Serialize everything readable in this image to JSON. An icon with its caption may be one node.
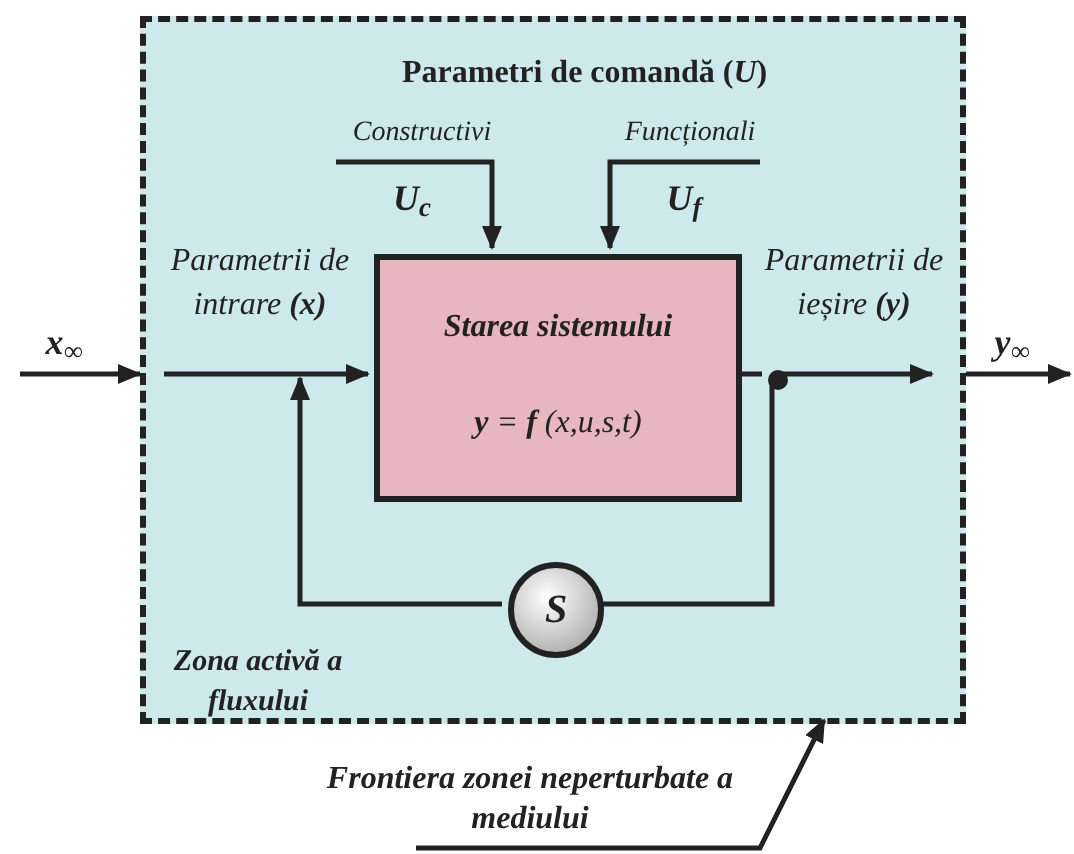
{
  "diagram": {
    "nodes": [
      {
        "text": [
          "Parametri de comandă (*U*)",
          "Zona activă a fluxului"
        ]
      },
      {
        "text": [
          "Constructivi"
        ],
        "in": 0
      },
      {
        "text": [
          "Funcționali"
        ],
        "in": 0
      },
      {
        "text": [
          "Starea sistemului",
          "**y** = **f** (x,u,s,t)"
        ],
        "in": 0
      },
      {
        "text": [
          "S"
        ],
        "in": 0
      },
      {
        "text": [],
        "shape": "circle",
        "in": 0
      },
      {
        "text": [
          "Frontiera zonei neperturbate a mediului"
        ]
      }
    ],
    "edges": [
      {
        "from": null,
        "to": 0,
        "arrow": "to",
        "label": "x$_{∞}$"
      },
      {
        "from": 1,
        "to": 3,
        "arrow": "to",
        "label": "U$_{c}$"
      },
      {
        "from": 2,
        "to": 3,
        "arrow": "to",
        "label": "U$_{f}$"
      },
      {
        "from": null,
        "to": 3,
        "arrow": "to",
        "label": "Parametrii de intrare **(x)**"
      },
      {
        "from": 3,
        "to": 5,
        "arrow": "none"
      },
      {
        "from": 5,
        "to": null,
        "arrow": "to",
        "label": "Parametrii de ieșire **(y)**"
      },
      {
        "from": 5,
        "to": 4,
        "arrow": "none"
      },
      {
        "from": 4,
        "to": null,
        "arrow": "to"
      },
      {
        "from": 0,
        "to": null,
        "arrow": "to",
        "label": "y$_{∞}$"
      },
      {
        "from": 6,
        "to": 0,
        "arrow": "to"
      }
    ]
  }
}
